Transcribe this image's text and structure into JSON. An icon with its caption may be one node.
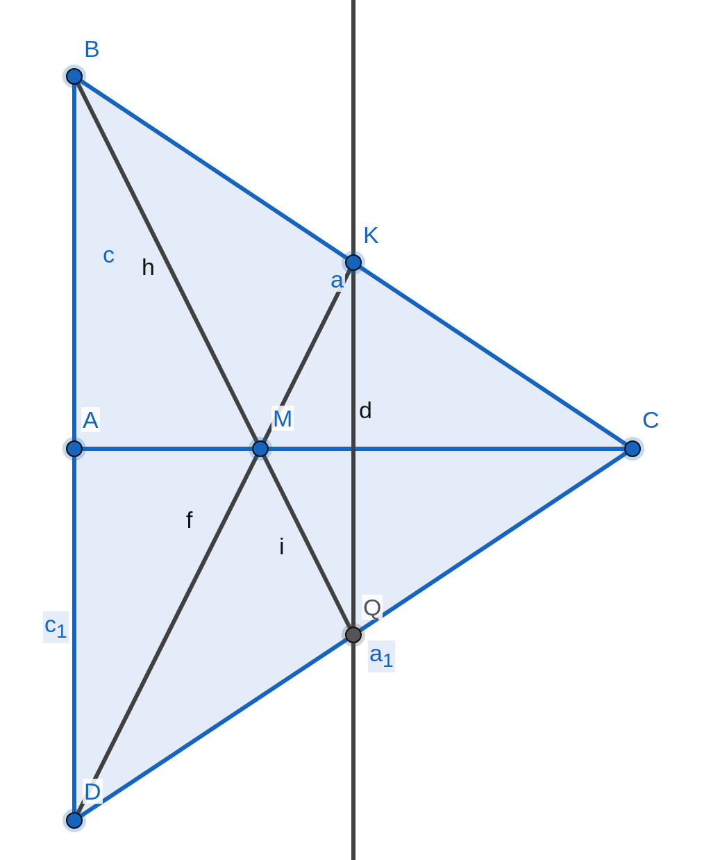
{
  "diagram": {
    "nodes": [
      {
        "text": [
          "B"
        ]
      },
      {
        "text": [
          "K"
        ]
      },
      {
        "text": [
          "A"
        ]
      },
      {
        "text": [
          "M"
        ]
      },
      {
        "text": [
          "C"
        ]
      },
      {
        "text": [
          "Q"
        ]
      },
      {
        "text": [
          "D"
        ]
      }
    ],
    "edges": [
      {
        "from": 0,
        "to": 1,
        "arrow": "none",
        "label": "a"
      },
      {
        "from": 1,
        "to": 4,
        "arrow": "none"
      },
      {
        "from": 4,
        "to": 5,
        "arrow": "none",
        "label": "a$_{1}$"
      },
      {
        "from": 5,
        "to": 6,
        "arrow": "none"
      },
      {
        "from": 0,
        "to": 2,
        "arrow": "none",
        "label": "c"
      },
      {
        "from": 2,
        "to": 6,
        "arrow": "none",
        "label": "c$_{1}$"
      },
      {
        "from": 2,
        "to": 3,
        "arrow": "none"
      },
      {
        "from": 3,
        "to": 4,
        "arrow": "none"
      },
      {
        "from": 0,
        "to": 3,
        "arrow": "none",
        "label": "h",
        "color": "#404040"
      },
      {
        "from": 3,
        "to": 5,
        "arrow": "none",
        "label": "i",
        "color": "#404040"
      },
      {
        "from": 6,
        "to": 3,
        "arrow": "none",
        "label": "f",
        "color": "#404040"
      },
      {
        "from": 3,
        "to": 1,
        "arrow": "none",
        "color": "#404040"
      },
      {
        "from": 1,
        "to": 5,
        "arrow": "none",
        "label": "d",
        "color": "#404040"
      },
      {
        "from": null,
        "to": 1,
        "arrow": "none",
        "color": "#404040"
      },
      {
        "from": 5,
        "to": null,
        "arrow": "none",
        "color": "#404040"
      }
    ]
  }
}
